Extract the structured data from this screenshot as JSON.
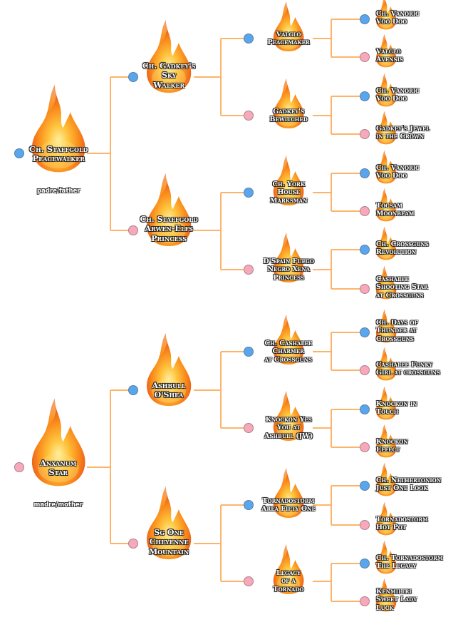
{
  "title": "Pedigree",
  "colors": {
    "line": "#fdb46a",
    "male": "#5aa6ee",
    "female": "#f7a9bb"
  },
  "sire": {
    "name": "Ch. Staffgold Peacewalker",
    "lines": [
      "Ch. Staffgold",
      "Peacewalker"
    ],
    "sex": "male",
    "role": "padre/father",
    "sire": {
      "lines": [
        "Ch. Gadkey's",
        "Sky",
        "Walker"
      ],
      "sex": "male",
      "sire": {
        "lines": [
          "Valglo",
          "Peacemaker"
        ],
        "sex": "male",
        "sire": {
          "lines": [
            "Ch. Vanoric",
            "Voo Doo"
          ],
          "sex": "male"
        },
        "dam": {
          "lines": [
            "Valglo",
            "Avensis"
          ],
          "sex": "female"
        }
      },
      "dam": {
        "lines": [
          "Gadkey's",
          "Bewitched"
        ],
        "sex": "female",
        "sire": {
          "lines": [
            "Ch. Vanoric",
            "Voo Doo"
          ],
          "sex": "male"
        },
        "dam": {
          "lines": [
            "Gadkey's Jewel",
            "in the Crown"
          ],
          "sex": "female"
        }
      }
    },
    "dam": {
      "lines": [
        "Ch. Staffgold",
        "Arwen-Elfs",
        "Princess"
      ],
      "sex": "female",
      "sire": {
        "lines": [
          "Ch. York",
          "House",
          "Marksman"
        ],
        "sex": "male",
        "sire": {
          "lines": [
            "Ch. Vanoric",
            "Voo Doo"
          ],
          "sex": "male"
        },
        "dam": {
          "lines": [
            "Tocsam",
            "Moonbeam"
          ],
          "sex": "female"
        }
      },
      "dam": {
        "lines": [
          "D'Spain Fuego",
          "Negro Xena",
          "Princess"
        ],
        "sex": "female",
        "sire": {
          "lines": [
            "Ch. Crossguns",
            "Revolution"
          ],
          "sex": "male"
        },
        "dam": {
          "lines": [
            "Cashalee",
            "Shooting Star",
            "at Crossguns"
          ],
          "sex": "female"
        }
      }
    }
  },
  "dam": {
    "name": "Anxanum Star",
    "lines": [
      "Anxanum",
      "Star"
    ],
    "sex": "female",
    "role": "madre/mother",
    "sire": {
      "lines": [
        "Ashbull",
        "O'Shea"
      ],
      "sex": "male",
      "sire": {
        "lines": [
          "Ch. Cashalee",
          "Charmer",
          "at Crossguns"
        ],
        "sex": "male",
        "sire": {
          "lines": [
            "Ch. Days of",
            "Thunder at",
            "Crossguns"
          ],
          "sex": "male"
        },
        "dam": {
          "lines": [
            "Cashalee Funky",
            "Girl at crossguns"
          ],
          "sex": "female"
        }
      },
      "dam": {
        "lines": [
          "Knockon Yes",
          "You at",
          "Ashbull (JW)"
        ],
        "sex": "female",
        "sire": {
          "lines": [
            "Knockon in",
            "Touch"
          ],
          "sex": "male"
        },
        "dam": {
          "lines": [
            "Knockon",
            "Effect"
          ],
          "sex": "female"
        }
      }
    },
    "dam": {
      "lines": [
        "Sg One",
        "Cheyenne",
        "Mountain"
      ],
      "sex": "female",
      "sire": {
        "lines": [
          "Tornadostorm",
          "Area Fifty One"
        ],
        "sex": "male",
        "sire": {
          "lines": [
            "Ch. Nethertonion",
            "Just One Look"
          ],
          "sex": "male"
        },
        "dam": {
          "lines": [
            "Tornadostorm",
            "Hot Pot"
          ],
          "sex": "female"
        }
      },
      "dam": {
        "lines": [
          "Legacy",
          "of a",
          "Tornado"
        ],
        "sex": "female",
        "sire": {
          "lines": [
            "Ch. Tornadostorm",
            "The Legacy"
          ],
          "sex": "male"
        },
        "dam": {
          "lines": [
            "Kenmiltri",
            "Sweet Lady",
            "Luck"
          ],
          "sex": "female"
        }
      }
    }
  }
}
